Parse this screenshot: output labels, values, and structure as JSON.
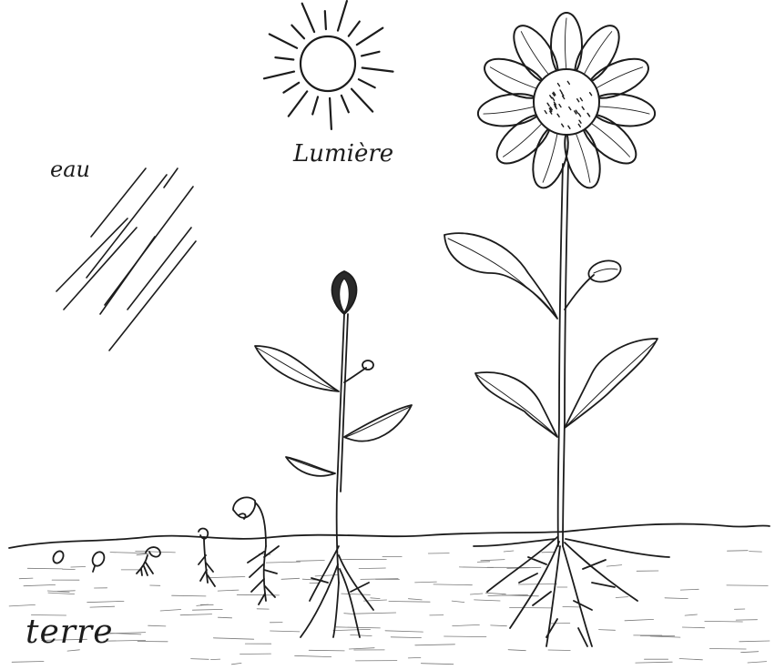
{
  "labels": {
    "water": "eau",
    "light": "Lumière",
    "soil": "terre"
  },
  "colors": {
    "ink": "#1c1c1c",
    "paper": "#ffffff"
  },
  "stages": [
    "seed",
    "seed-swelling",
    "germination",
    "seedling-root",
    "seedling-cotyledons",
    "young-plant-bud",
    "flowering-plant"
  ]
}
